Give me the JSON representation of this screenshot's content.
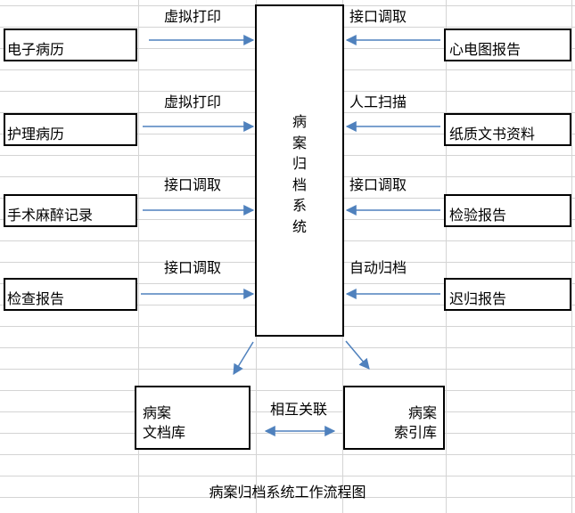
{
  "left_sources": [
    {
      "name": "电子病历",
      "method": "虚拟打印"
    },
    {
      "name": "护理病历",
      "method": "虚拟打印"
    },
    {
      "name": "手术麻醉记录",
      "method": "接口调取"
    },
    {
      "name": "检查报告",
      "method": "接口调取"
    }
  ],
  "right_sources": [
    {
      "name": "心电图报告",
      "method": "接口调取"
    },
    {
      "name": "纸质文书资料",
      "method": "人工扫描"
    },
    {
      "name": "检验报告",
      "method": "接口调取"
    },
    {
      "name": "迟归报告",
      "method": "自动归档"
    }
  ],
  "center": {
    "chars": [
      "病",
      "案",
      "归",
      "档",
      "系",
      "统"
    ]
  },
  "bottom": {
    "left_box": {
      "line1": "病案",
      "line2": "文档库"
    },
    "right_box": {
      "line1": "病案",
      "line2": "索引库"
    },
    "link_label": "相互关联"
  },
  "caption": "病案归档系统工作流程图",
  "colors": {
    "arrow": "#4f81bd",
    "gridline": "#d4d4d4",
    "box_border": "#000000"
  }
}
